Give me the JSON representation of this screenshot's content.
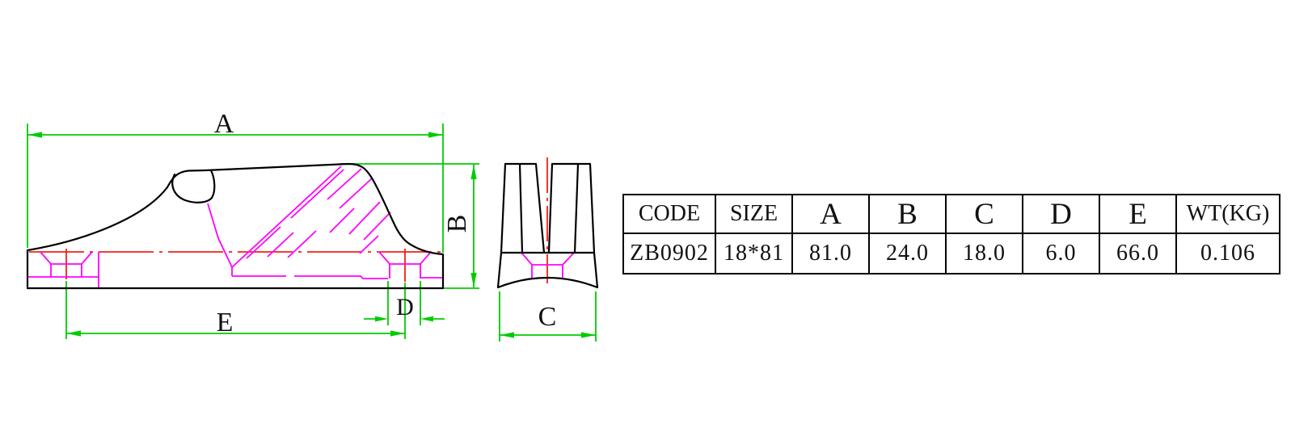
{
  "drawing": {
    "dim_labels": {
      "a": "A",
      "b": "B",
      "c": "C",
      "d": "D",
      "e": "E"
    },
    "colors": {
      "dimension": "#00cc00",
      "hidden": "#ff00ff",
      "centerline": "#f12015",
      "outline": "#000000",
      "background": "#ffffff"
    }
  },
  "table": {
    "headers": [
      "CODE",
      "SIZE",
      "A",
      "B",
      "C",
      "D",
      "E",
      "WT(KG)"
    ],
    "row": [
      "ZB0902",
      "18*81",
      "81.0",
      "24.0",
      "18.0",
      "6.0",
      "66.0",
      "0.106"
    ]
  }
}
